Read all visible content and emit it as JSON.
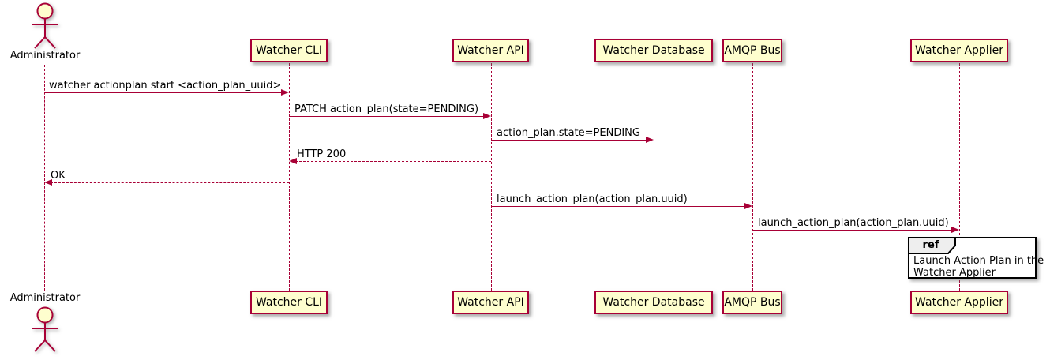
{
  "diagram_type": "uml-sequence",
  "colors": {
    "participant_fill": "#FEFECE",
    "stroke": "#A80036",
    "message_text": "#000000",
    "ref_header_fill": "#EEEEEE",
    "ref_border": "#000000",
    "background": "#FFFFFF"
  },
  "actor": {
    "name": "Administrator"
  },
  "participants": [
    {
      "label": "Watcher CLI"
    },
    {
      "label": "Watcher API"
    },
    {
      "label": "Watcher Database"
    },
    {
      "label": "AMQP Bus"
    },
    {
      "label": "Watcher Applier"
    }
  ],
  "messages": [
    {
      "from": "Administrator",
      "to": "Watcher CLI",
      "text": "watcher actionplan start <action_plan_uuid>",
      "line": "solid",
      "direction": "right"
    },
    {
      "from": "Watcher CLI",
      "to": "Watcher API",
      "text": "PATCH action_plan(state=PENDING)",
      "line": "solid",
      "direction": "right"
    },
    {
      "from": "Watcher API",
      "to": "Watcher Database",
      "text": "action_plan.state=PENDING",
      "line": "solid",
      "direction": "right"
    },
    {
      "from": "Watcher API",
      "to": "Watcher CLI",
      "text": "HTTP 200",
      "line": "dashed",
      "direction": "left"
    },
    {
      "from": "Watcher CLI",
      "to": "Administrator",
      "text": "OK",
      "line": "dashed",
      "direction": "left"
    },
    {
      "from": "Watcher API",
      "to": "AMQP Bus",
      "text": "launch_action_plan(action_plan.uuid)",
      "line": "solid",
      "direction": "right"
    },
    {
      "from": "AMQP Bus",
      "to": "Watcher Applier",
      "text": "launch_action_plan(action_plan.uuid)",
      "line": "solid",
      "direction": "right"
    }
  ],
  "ref_fragment": {
    "keyword": "ref",
    "over": "Watcher Applier",
    "line1": "Launch Action Plan in the",
    "line2": "Watcher Applier"
  }
}
